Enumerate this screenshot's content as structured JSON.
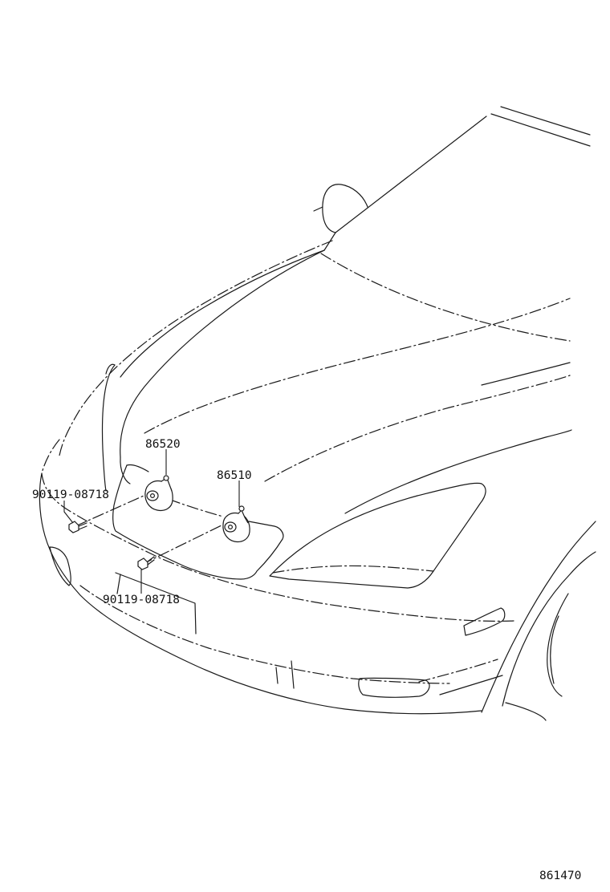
{
  "diagram": {
    "parts": [
      {
        "id": "horn-high",
        "part_number": "86520"
      },
      {
        "id": "horn-low",
        "part_number": "86510"
      },
      {
        "id": "bolt-left",
        "part_number": "90119-08718"
      },
      {
        "id": "bolt-lower",
        "part_number": "90119-08718"
      }
    ],
    "figure_code": "861470"
  }
}
